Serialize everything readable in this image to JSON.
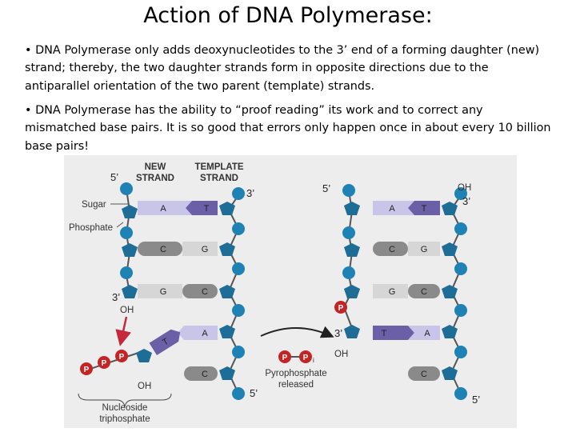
{
  "slide": {
    "title": "Action of DNA Polymerase:",
    "bullets": [
      "• DNA Polymerase only adds deoxynucleotides to the 3’ end of a forming daughter (new) strand; thereby, the two daughter strands form in opposite directions due to the antiparallel orientation of the two parent (template) strands.",
      "• DNA Polymerase has the ability to “proof reading”  its work and to correct any mismatched base pairs.  It is so good that errors only happen once in about every 10 billion base pairs!"
    ]
  },
  "figure": {
    "labels": {
      "new_strand": [
        "NEW",
        "STRAND"
      ],
      "template_strand": [
        "TEMPLATE",
        "STRAND"
      ],
      "sugar": "Sugar",
      "phosphate": "Phosphate",
      "oh": "OH",
      "nucleoside_triphosphate": [
        "Nucleoside",
        "triphosphate"
      ],
      "pyrophosphate_released": [
        "Pyrophosphate",
        "released"
      ],
      "phosphate_letter": "P",
      "pyro_subscript": "i"
    },
    "ends": {
      "left_new_5": "5’",
      "left_template_3": "3’",
      "left_new_3": "3’",
      "left_template_5": "5’",
      "right_new_5": "5’",
      "right_template_3": "3’",
      "right_new_3": "3’",
      "right_template_5": "5’"
    },
    "left_pairs": [
      {
        "new": "A",
        "template": "T"
      },
      {
        "new": "C",
        "template": "G"
      },
      {
        "new": "G",
        "template": "C"
      }
    ],
    "left_incoming": {
      "base": "T",
      "template": "A"
    },
    "left_unpaired_template": "C",
    "right_pairs": [
      {
        "new": "A",
        "template": "T"
      },
      {
        "new": "C",
        "template": "G"
      },
      {
        "new": "G",
        "template": "C"
      },
      {
        "new": "T",
        "template": "A"
      }
    ],
    "right_unpaired_template": "C",
    "colors": {
      "sugar": "#1e6d96",
      "phosphate": "#1e82b4",
      "new_phosphate": "#c42424",
      "purple": "#6b5fa8",
      "lavender": "#c9c5e8",
      "gray": "#8a8a8a",
      "arrow_red": "#c4283a"
    }
  }
}
